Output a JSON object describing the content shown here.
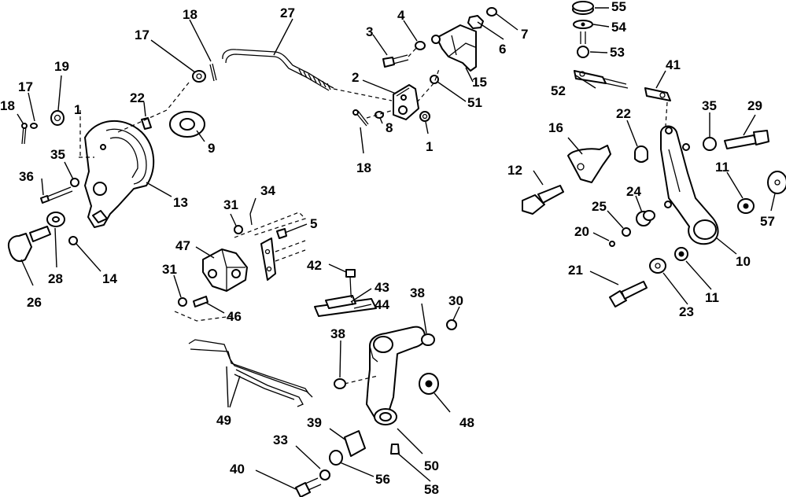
{
  "diagram": {
    "labels": {
      "n1a": "1",
      "n1b": "1",
      "n2": "2",
      "n3": "3",
      "n4": "4",
      "n5": "5",
      "n6": "6",
      "n7": "7",
      "n8": "8",
      "n9": "9",
      "n10": "10",
      "n11a": "11",
      "n11b": "11",
      "n12": "12",
      "n13": "13",
      "n14": "14",
      "n15": "15",
      "n16": "16",
      "n17a": "17",
      "n17b": "17",
      "n18a": "18",
      "n18b": "18",
      "n18c": "18",
      "n19": "19",
      "n20": "20",
      "n21": "21",
      "n22a": "22",
      "n22b": "22",
      "n23": "23",
      "n24": "24",
      "n25": "25",
      "n26": "26",
      "n27": "27",
      "n28": "28",
      "n29": "29",
      "n30": "30",
      "n31a": "31",
      "n31b": "31",
      "n33": "33",
      "n34": "34",
      "n35a": "35",
      "n35b": "35",
      "n36": "36",
      "n38a": "38",
      "n38b": "38",
      "n39": "39",
      "n40": "40",
      "n41": "41",
      "n42": "42",
      "n43": "43",
      "n44": "44",
      "n46": "46",
      "n47": "47",
      "n48": "48",
      "n49": "49",
      "n50": "50",
      "n51": "51",
      "n52": "52",
      "n53": "53",
      "n54": "54",
      "n55": "55",
      "n56": "56",
      "n57": "57",
      "n58": "58"
    }
  }
}
